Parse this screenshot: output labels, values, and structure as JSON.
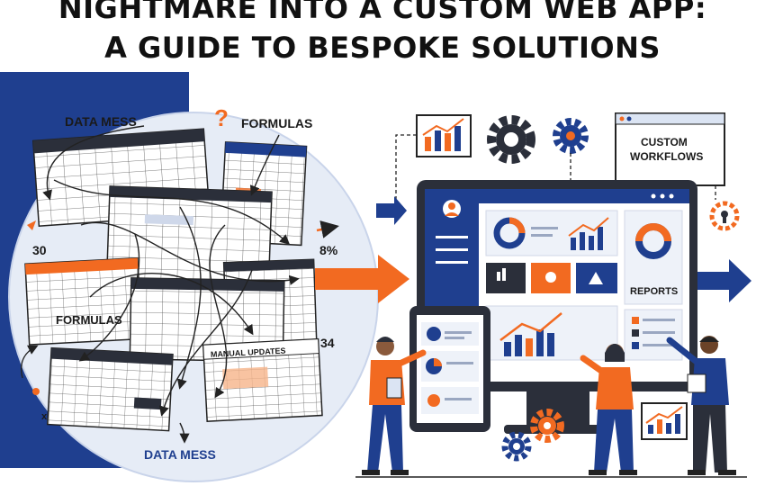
{
  "header": {
    "title_line1": "NIGHTMARE INTO A CUSTOM WEB APP:",
    "title_line2": "A GUIDE TO BESPOKE SOLUTIONS"
  },
  "left_labels": {
    "data_mess_top": "DATA MESS",
    "question_mark": "?",
    "formulas_top": "FORMULAS",
    "number_30": "30",
    "percent_8": "8%",
    "formulas_mid": "FORMULAS",
    "manual_updates": "MANUAL UPDATES",
    "number_34": "34",
    "x_mark": "x",
    "data_mess_bottom": "DATA MESS"
  },
  "right_labels": {
    "custom_workflows_line1": "CUSTOM",
    "custom_workflows_line2": "WORKFLOWS",
    "reports": "REPORTS"
  },
  "colors": {
    "navy": "#1f3f8f",
    "orange": "#f26a21",
    "dark": "#2b2f3a",
    "light_blue": "#dbe4f3"
  }
}
